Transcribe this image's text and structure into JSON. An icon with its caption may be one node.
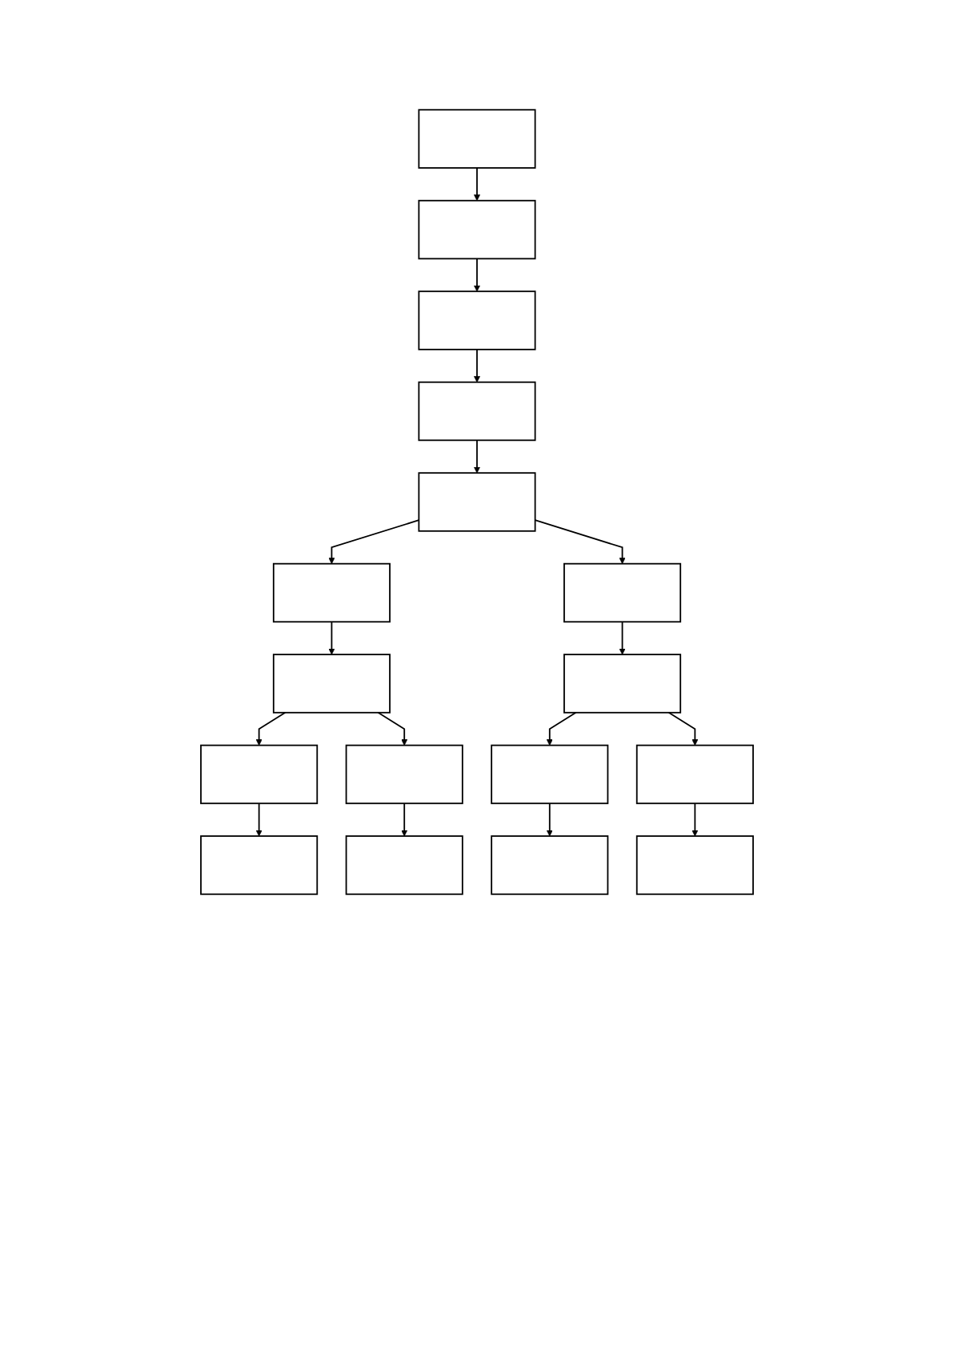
{
  "diagram": {
    "nodes": [
      {
        "text": [],
        "shape": "box"
      },
      {
        "text": [],
        "shape": "box"
      },
      {
        "text": [],
        "shape": "box"
      },
      {
        "text": [],
        "shape": "box"
      },
      {
        "text": [],
        "shape": "box"
      },
      {
        "text": [],
        "shape": "box"
      },
      {
        "text": [],
        "shape": "box"
      },
      {
        "text": [],
        "shape": "box"
      },
      {
        "text": [],
        "shape": "box"
      },
      {
        "text": [],
        "shape": "box"
      },
      {
        "text": [],
        "shape": "box"
      },
      {
        "text": [],
        "shape": "box"
      },
      {
        "text": [],
        "shape": "box"
      },
      {
        "text": [],
        "shape": "box"
      },
      {
        "text": [],
        "shape": "box"
      },
      {
        "text": [],
        "shape": "box"
      },
      {
        "text": [],
        "shape": "box"
      }
    ],
    "edges": [
      {
        "from": 0,
        "to": 1,
        "arrow": "to"
      },
      {
        "from": 1,
        "to": 2,
        "arrow": "to"
      },
      {
        "from": 2,
        "to": 3,
        "arrow": "to"
      },
      {
        "from": 3,
        "to": 4,
        "arrow": "to"
      },
      {
        "from": 4,
        "to": 5,
        "arrow": "to"
      },
      {
        "from": 4,
        "to": 6,
        "arrow": "to"
      },
      {
        "from": 5,
        "to": 7,
        "arrow": "to"
      },
      {
        "from": 6,
        "to": 8,
        "arrow": "to"
      },
      {
        "from": 7,
        "to": 9,
        "arrow": "to"
      },
      {
        "from": 7,
        "to": 10,
        "arrow": "to"
      },
      {
        "from": 8,
        "to": 11,
        "arrow": "to"
      },
      {
        "from": 8,
        "to": 12,
        "arrow": "to"
      },
      {
        "from": 9,
        "to": 13,
        "arrow": "to"
      },
      {
        "from": 10,
        "to": 14,
        "arrow": "to"
      },
      {
        "from": 11,
        "to": 15,
        "arrow": "to"
      },
      {
        "from": 12,
        "to": 16,
        "arrow": "to"
      }
    ]
  }
}
